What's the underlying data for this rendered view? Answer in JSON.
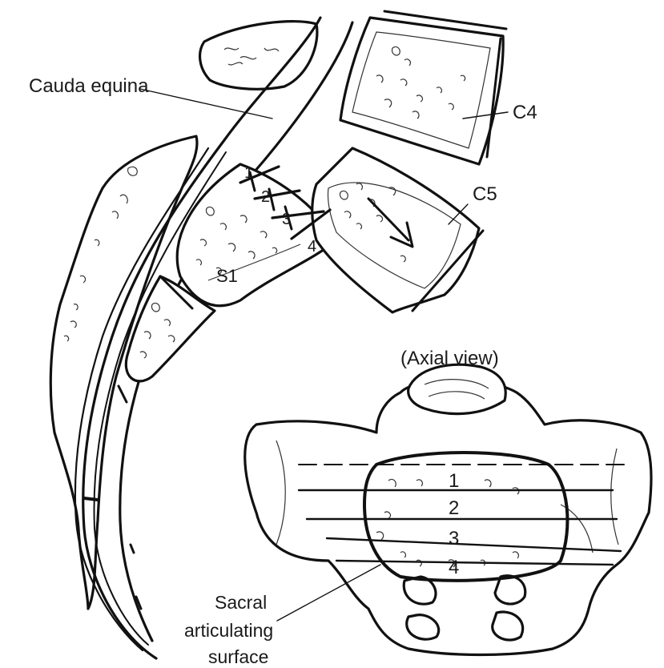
{
  "labels": {
    "cauda_equina": "Cauda equina",
    "c4": "C4",
    "c5": "C5",
    "s1": "S1",
    "axial_view": "(Axial view)",
    "sacral_surface_line1": "Sacral",
    "sacral_surface_line2": "articulating",
    "sacral_surface_line3": "surface"
  },
  "sagittal_levels": [
    "1",
    "2",
    "3",
    "4"
  ],
  "axial_levels": [
    "1",
    "2",
    "3",
    "4"
  ]
}
